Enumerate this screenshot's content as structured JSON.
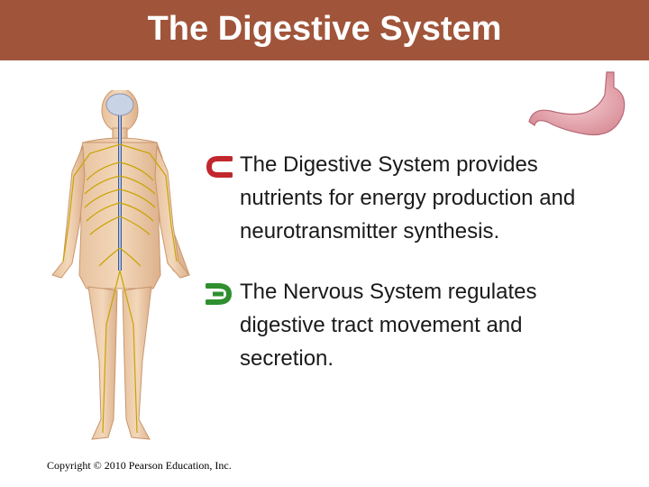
{
  "slide": {
    "title": "The Digestive System",
    "accent_color": "#a0553b",
    "bullet_color": "#1a1a1a",
    "bullets": [
      {
        "icon": "curved-arrow-left-icon",
        "text": "The Digestive System provides nutrients for energy production and neurotransmitter synthesis."
      },
      {
        "icon": "curved-arrow-right-icon",
        "text": "The Nervous System regulates digestive tract movement and secretion."
      }
    ],
    "copyright": "Copyright © 2010 Pearson Education, Inc."
  },
  "images": {
    "body_figure": "nervous-system-figure",
    "stomach": "stomach-illustration"
  }
}
